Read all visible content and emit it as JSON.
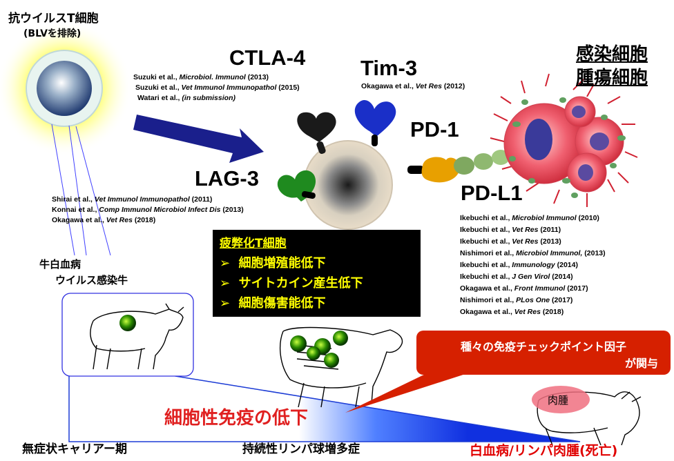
{
  "tcell": {
    "title": "抗ウイルスT細胞",
    "subtitle": "(BLVを排除)"
  },
  "ctla4": {
    "label": "CTLA-4",
    "refs": [
      {
        "author": "Suzuki",
        "etal": " et al., ",
        "journal": "Microbiol. Immunol",
        "year": " (2013)"
      },
      {
        "author": "Suzuki",
        "etal": " et al., ",
        "journal": "Vet Immunol Immunopathol",
        "year": " (2015)"
      },
      {
        "author": "Watari",
        "etal": " et al., ",
        "journal": "(in submission)",
        "year": ""
      }
    ]
  },
  "tim3": {
    "label": "Tim-3",
    "refs": [
      {
        "author": "Okagawa",
        "etal": " et al., ",
        "journal": "Vet Res",
        "year": " (2012)"
      }
    ]
  },
  "pd1": {
    "label": "PD-1"
  },
  "pdl1": {
    "label": "PD-L1",
    "refs": [
      {
        "author": "Ikebuchi",
        "etal": " et al., ",
        "journal": "Microbiol Immunol",
        "year": " (2010)"
      },
      {
        "author": "Ikebuchi",
        "etal": " et al., ",
        "journal": "Vet Res",
        "year": " (2011)"
      },
      {
        "author": "Ikebuchi",
        "etal": " et al., ",
        "journal": "Vet Res",
        "year": " (2013)"
      },
      {
        "author": "Nishimori",
        "etal": " et al., ",
        "journal": "Microbiol Immunol,",
        "year": " (2013)"
      },
      {
        "author": "Ikebuchi",
        "etal": " et al., ",
        "journal": "Immunology",
        "year": " (2014)"
      },
      {
        "author": "Ikebuchi",
        "etal": " et al., ",
        "journal": "J Gen Virol",
        "year": " (2014)"
      },
      {
        "author": "Okagawa",
        "etal": " et al., ",
        "journal": "Front Immunol",
        "year": " (2017)"
      },
      {
        "author": "Nishimori",
        "etal": " et al., ",
        "journal": "PLos One",
        "year": " (2017)"
      },
      {
        "author": "Okagawa",
        "etal": " et al., ",
        "journal": "Vet Res",
        "year": " (2018)"
      }
    ]
  },
  "lag3": {
    "label": "LAG-3",
    "refs": [
      {
        "author": "Shirai",
        "etal": " et al., ",
        "journal": "Vet Immunol Immunopathol",
        "year": " (2011)"
      },
      {
        "author": "Konnai",
        "etal": " et al., ",
        "journal": "Comp Immunol Microbiol Infect Dis",
        "year": " (2013)"
      },
      {
        "author": "Okagawa",
        "etal": " et al., ",
        "journal": "Vet Res",
        "year": " (2018)"
      }
    ]
  },
  "infected": {
    "line1": "感染細胞",
    "line2": "腫瘍細胞"
  },
  "exhausted": {
    "title": "疲弊化T細胞",
    "items": [
      "細胞増殖能低下",
      "サイトカイン産生低下",
      "細胞傷害能低下"
    ],
    "bullet": "➢"
  },
  "cow_label": {
    "line1": "牛白血病",
    "line2": "ウイルス感染牛"
  },
  "callout": {
    "line1": "種々の免疫チェックポイント因子",
    "line2": "が関与"
  },
  "tumor_label": "肉腫",
  "decline_label": "細胞性免疫の低下",
  "stages": {
    "stage1": "無症状キャリアー期",
    "stage2": "持続性リンパ球増多症",
    "stage3": "白血病/リンパ肉腫(死亡)"
  },
  "colors": {
    "ctla4_receptor": "#1a1a1a",
    "tim3_receptor": "#1a2fc8",
    "pd1_receptor": "#e8a000",
    "lag3_receptor": "#1f8a1f",
    "pdl1_ligand": "#7fa860",
    "arrow": "#1a1f8c",
    "callout": "#d62000",
    "decline_text": "#e02020",
    "stage3_text": "#e00000",
    "exhausted_text": "#ffff00"
  }
}
